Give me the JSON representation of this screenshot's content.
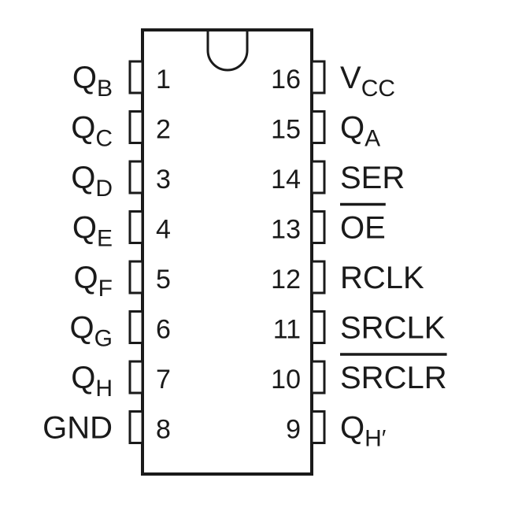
{
  "chip": {
    "package": "16-pin DIP",
    "left_pins": [
      {
        "number": "1",
        "name": "Q",
        "sub": "B",
        "active_low": false
      },
      {
        "number": "2",
        "name": "Q",
        "sub": "C",
        "active_low": false
      },
      {
        "number": "3",
        "name": "Q",
        "sub": "D",
        "active_low": false
      },
      {
        "number": "4",
        "name": "Q",
        "sub": "E",
        "active_low": false
      },
      {
        "number": "5",
        "name": "Q",
        "sub": "F",
        "active_low": false
      },
      {
        "number": "6",
        "name": "Q",
        "sub": "G",
        "active_low": false
      },
      {
        "number": "7",
        "name": "Q",
        "sub": "H",
        "active_low": false
      },
      {
        "number": "8",
        "name": "GND",
        "sub": "",
        "active_low": false
      }
    ],
    "right_pins": [
      {
        "number": "16",
        "name": "V",
        "sub": "CC",
        "active_low": false
      },
      {
        "number": "15",
        "name": "Q",
        "sub": "A",
        "active_low": false
      },
      {
        "number": "14",
        "name": "SER",
        "sub": "",
        "active_low": false
      },
      {
        "number": "13",
        "name": "OE",
        "sub": "",
        "active_low": true
      },
      {
        "number": "12",
        "name": "RCLK",
        "sub": "",
        "active_low": false
      },
      {
        "number": "11",
        "name": "SRCLK",
        "sub": "",
        "active_low": false
      },
      {
        "number": "10",
        "name": "SRCLR",
        "sub": "",
        "active_low": true
      },
      {
        "number": "9",
        "name": "Q",
        "sub": "H′",
        "active_low": false
      }
    ]
  },
  "colors": {
    "stroke": "#1a1a1a",
    "background": "#ffffff"
  }
}
